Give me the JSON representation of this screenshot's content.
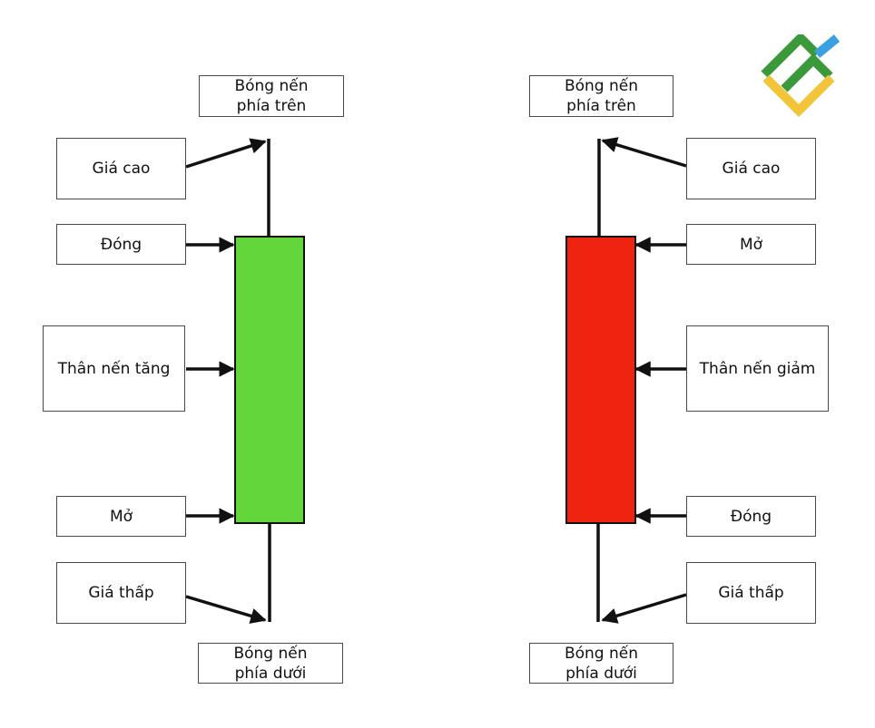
{
  "colors": {
    "bullish_body": "#62d63a",
    "bearish_body": "#ee2310",
    "line": "#111111",
    "logo_green": "#3a9a3a",
    "logo_yellow": "#f2c43a",
    "logo_blue": "#3aa0e0"
  },
  "bullish": {
    "upper_shadow": [
      "Bóng nến",
      "phía trên"
    ],
    "high": "Giá cao",
    "close": "Đóng",
    "body": "Thân nến tăng",
    "open": "Mở",
    "low": "Giá thấp",
    "lower_shadow": [
      "Bóng nến",
      "phía dưới"
    ]
  },
  "bearish": {
    "upper_shadow": [
      "Bóng nến",
      "phía trên"
    ],
    "high": "Giá cao",
    "open": "Mở",
    "body": "Thân nến giảm",
    "close": "Đóng",
    "low": "Giá thấp",
    "lower_shadow": [
      "Bóng nến",
      "phía dưới"
    ]
  },
  "icons": {
    "logo": "brand-logo-icon"
  }
}
